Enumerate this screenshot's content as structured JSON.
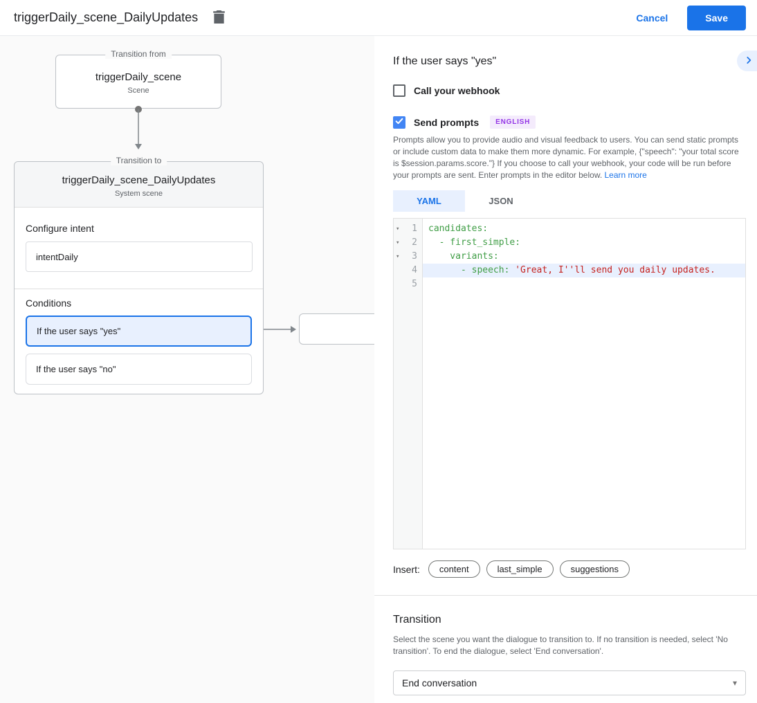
{
  "topbar": {
    "title": "triggerDaily_scene_DailyUpdates",
    "cancel_label": "Cancel",
    "save_label": "Save"
  },
  "colors": {
    "accent": "#1a73e8",
    "checkbox_checked": "#4285f4",
    "badge_bg": "#f4ebfc",
    "badge_text": "#9334e6",
    "code_key": "#3f9d45",
    "code_string": "#c5221f",
    "selection_bg": "#e8f0fe"
  },
  "icons": {
    "trash": "trash-icon",
    "chevron_right": "chevron-right-icon",
    "check": "checkmark-icon",
    "fold_arrow": "▾",
    "dropdown_caret": "▾"
  },
  "diagram": {
    "from_node": {
      "legend": "Transition from",
      "title": "triggerDaily_scene",
      "subtitle": "Scene"
    },
    "to_node": {
      "legend": "Transition to",
      "title": "triggerDaily_scene_DailyUpdates",
      "subtitle": "System scene",
      "configure_intent_label": "Configure intent",
      "intent_value": "intentDaily",
      "conditions_label": "Conditions",
      "conditions": [
        {
          "label": "If the user says \"yes\"",
          "selected": true
        },
        {
          "label": "If the user says \"no\"",
          "selected": false
        }
      ]
    }
  },
  "panel": {
    "heading": "If the user says \"yes\"",
    "webhook": {
      "label": "Call your webhook",
      "checked": false
    },
    "send_prompts": {
      "label": "Send prompts",
      "badge": "ENGLISH",
      "checked": true
    },
    "description": "Prompts allow you to provide audio and visual feedback to users. You can send static prompts or include custom data to make them more dynamic. For example, {\"speech\": \"your total score is $session.params.score.\"} If you choose to call your webhook, your code will be run before your prompts are sent. Enter prompts in the editor below. ",
    "learn_more_label": "Learn more",
    "tabs": [
      {
        "label": "YAML",
        "active": true
      },
      {
        "label": "JSON",
        "active": false
      }
    ],
    "editor": {
      "lines": [
        {
          "num": "1",
          "code": "candidates:"
        },
        {
          "num": "2",
          "code": "  - first_simple:"
        },
        {
          "num": "3",
          "code": "    variants:"
        },
        {
          "num": "4",
          "key_part": "      - speech: ",
          "string_part": "'Great, I''ll send you daily updates."
        },
        {
          "num": "5",
          "code": ""
        }
      ]
    },
    "insert_label": "Insert:",
    "insert_chips": [
      "content",
      "last_simple",
      "suggestions"
    ],
    "transition": {
      "heading": "Transition",
      "description": "Select the scene you want the dialogue to transition to. If no transition is needed, select 'No transition'. To end the dialogue, select 'End conversation'.",
      "dropdown_value": "End conversation"
    }
  }
}
